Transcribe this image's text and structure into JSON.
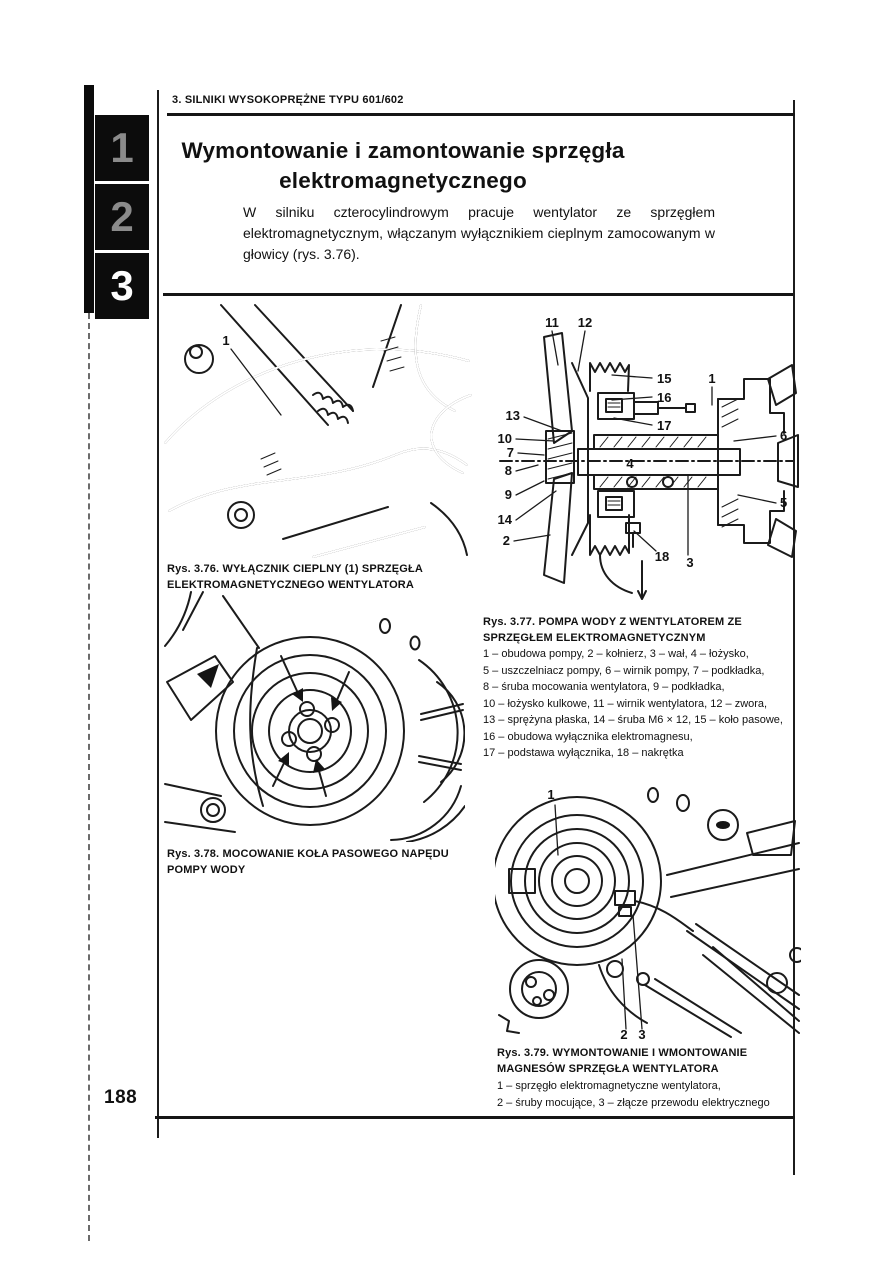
{
  "header": {
    "chapter": "3. SILNIKI WYSOKOPRĘŻNE TYPU 601/602"
  },
  "sidebar": {
    "tabs": [
      "1",
      "2",
      "3"
    ]
  },
  "article": {
    "title_line1": "Wymontowanie i zamontowanie sprzęgła",
    "title_line2": "elektromagnetycznego",
    "intro": "W silniku czterocylindrowym pracuje wentylator ze sprzęgłem elektromagnetycznym, włączanym wyłącznikiem cieplnym zamocowanym w głowicy (rys. 3.76)."
  },
  "figures": {
    "fig376": {
      "caption": "Rys. 3.76. WYŁĄCZNIK CIEPLNY (1) SPRZĘGŁA ELEKTROMAGNETYCZNEGO WENTYLATORA",
      "callouts": [
        "1"
      ]
    },
    "fig377": {
      "caption": "Rys. 3.77. POMPA WODY Z WENTYLATOREM ZE SPRZĘGŁEM ELEKTROMAGNETYCZNYM",
      "legend": [
        "1 –  obudowa pompy, 2 – kołnierz, 3 – wał, 4 – łożysko,",
        "5 –  uszczelniacz pompy, 6 – wirnik pompy, 7 – podkładka,",
        "8 –  śruba mocowania wentylatora, 9 – podkładka,",
        "10 –  łożysko kulkowe, 11 – wirnik wentylatora, 12 – zwora,",
        "13 –  sprężyna płaska, 14 – śruba M6 × 12, 15 – koło pasowe,",
        "16 –  obudowa wyłącznika elektromagnesu,",
        "17 –  podstawa wyłącznika, 18 – nakrętka"
      ],
      "callouts": [
        "11",
        "12",
        "15",
        "16",
        "1",
        "13",
        "17",
        "10",
        "6",
        "7",
        "8",
        "4",
        "9",
        "5",
        "14",
        "2",
        "18",
        "3"
      ]
    },
    "fig378": {
      "caption": "Rys. 3.78. MOCOWANIE KOŁA PASOWEGO NAPĘDU POMPY WODY"
    },
    "fig379": {
      "caption": "Rys. 3.79. WYMONTOWANIE I WMONTOWANIE MAGNESÓW SPRZĘGŁA WENTYLATORA",
      "legend": [
        "1 –  sprzęgło elektromagnetyczne wentylatora,",
        "2 –  śruby mocujące, 3 – złącze przewodu elektrycznego"
      ],
      "callouts": [
        "1",
        "2",
        "3"
      ]
    }
  },
  "footer": {
    "page_number": "188"
  }
}
